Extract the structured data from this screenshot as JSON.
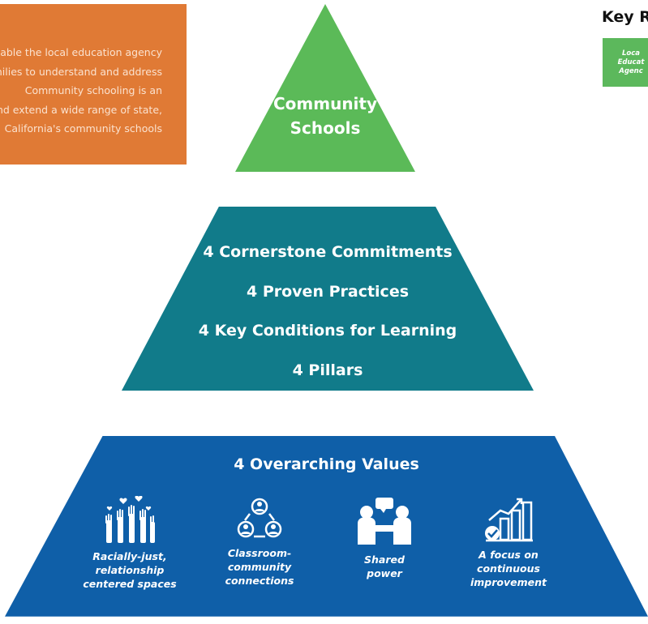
{
  "intro_box": {
    "lines": [
      "able the local education agency",
      "milies to understand and address",
      "Community schooling is an",
      "and extend a wide range of state,",
      "California's community schools"
    ]
  },
  "key": {
    "title": "Key R",
    "box_lines": [
      "Loca",
      "Educat",
      "Agenc"
    ]
  },
  "pyramid": {
    "top": {
      "lines": [
        "Community",
        "Schools"
      ]
    },
    "middle": {
      "items": [
        "4 Cornerstone Commitments",
        "4 Proven Practices",
        "4 Key Conditions for Learning",
        "4 Pillars"
      ]
    },
    "bottom": {
      "title": "4 Overarching Values",
      "values": [
        {
          "icon": "raised-hands-hearts-icon",
          "label": "Racially-just,\nrelationship\ncentered spaces"
        },
        {
          "icon": "connected-people-cycle-icon",
          "label": "Classroom-\ncommunity\nconnections"
        },
        {
          "icon": "handshake-people-icon",
          "label": "Shared\npower"
        },
        {
          "icon": "growth-chart-check-icon",
          "label": "A focus on\ncontinuous\nimprovement"
        }
      ]
    }
  },
  "colors": {
    "orange": "#e07a35",
    "green": "#5bba58",
    "teal": "#117b8a",
    "blue": "#0f5fa8"
  }
}
